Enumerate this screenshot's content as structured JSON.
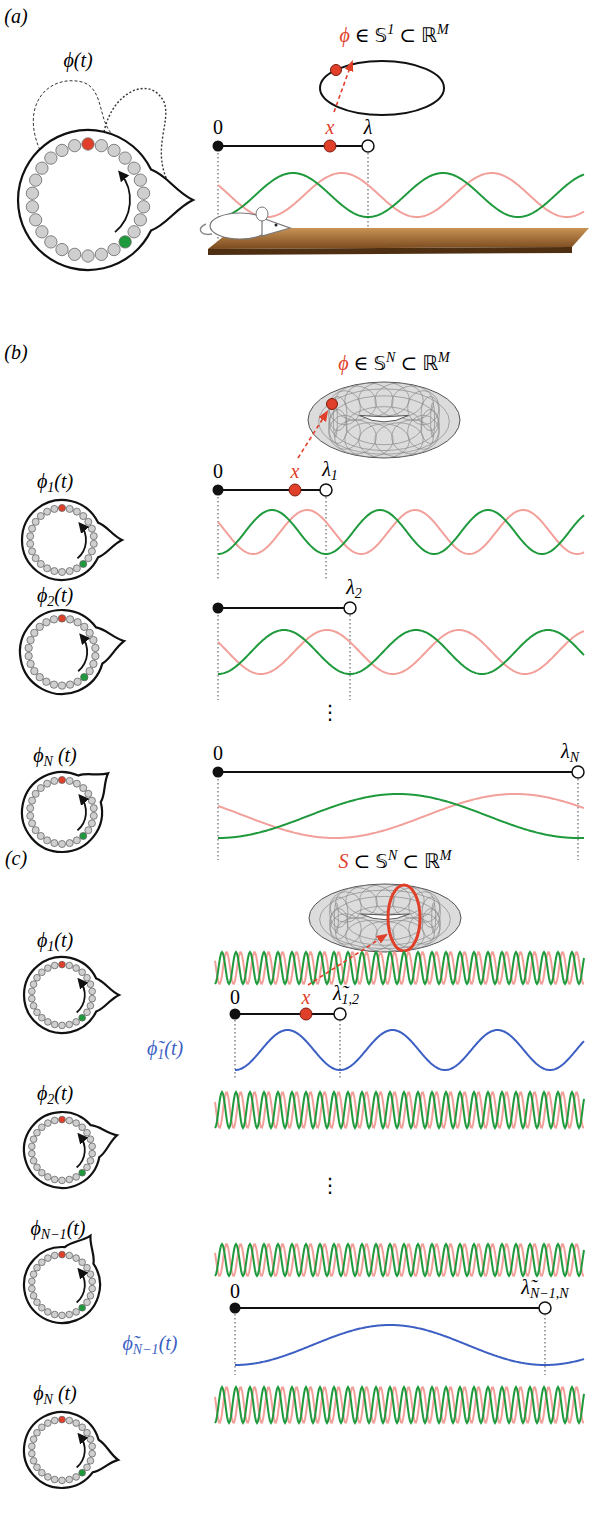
{
  "diagram": {
    "labels": [
      "(a)",
      "ϕ ∈ 𝕊1 ⊂ ℝM",
      "ϕ(t)",
      "0",
      "x",
      "λ",
      "(b)",
      "ϕ ∈ 𝕊N ⊂ ℝM",
      "ϕ1(t)",
      "0",
      "x",
      "λ1",
      "ϕ2(t)",
      "λ2",
      "⋮",
      "ϕN (t)",
      "0",
      "λN",
      "(c)",
      "S ⊂ 𝕊N ⊂ ℝM",
      "ϕ1(t)",
      "ϕ2(t)",
      "0",
      "x",
      "λ̃1,2",
      "ϕ̃1(t)",
      "ϕN−1(t)",
      "⋮",
      "0",
      "λ̃N−1,N",
      "ϕ̃N−1(t)",
      "ϕN (t)"
    ]
  }
}
